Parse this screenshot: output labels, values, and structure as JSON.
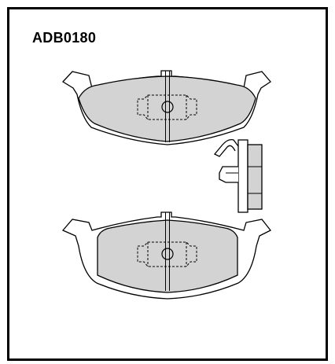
{
  "title": "ADB0180",
  "colors": {
    "frame": "#000000",
    "pad_fill": "#d3d3d3",
    "outline": "#000000",
    "background": "#ffffff"
  },
  "elements": {
    "upper_pad": "brake-pad-outer-view",
    "lower_pad": "brake-pad-inner-view",
    "side_view": "pad-side-profile-with-spring-clip"
  }
}
